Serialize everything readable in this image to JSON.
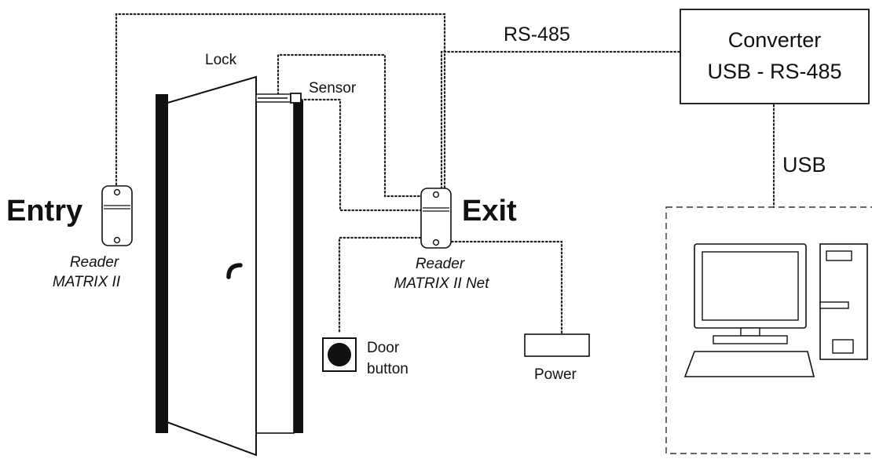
{
  "labels": {
    "lock": "Lock",
    "sensor": "Sensor",
    "rs485": "RS-485",
    "converter_line1": "Converter",
    "converter_line2": "USB - RS-485",
    "usb": "USB",
    "entry": "Entry",
    "exit": "Exit",
    "reader_entry_line1": "Reader",
    "reader_entry_line2": "MATRIX II",
    "reader_exit_line1": "Reader",
    "reader_exit_line2": "MATRIX II Net",
    "door_button_line1": "Door",
    "door_button_line2": "button",
    "power": "Power"
  },
  "icons": {
    "entry_reader": "card-reader-icon",
    "exit_reader": "card-reader-icon",
    "door": "open-door-icon",
    "door_button": "push-button-icon",
    "power_supply": "power-supply-icon",
    "converter": "converter-box",
    "computer": "desktop-computer-icon"
  },
  "colors": {
    "line": "#111111",
    "background": "#ffffff"
  }
}
